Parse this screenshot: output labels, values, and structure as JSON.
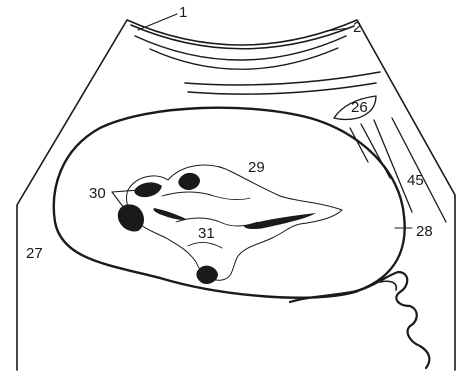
{
  "labels": {
    "l1": "1",
    "l2": "2",
    "l26": "26",
    "l27": "27",
    "l28": "28",
    "l29": "29",
    "l30": "30",
    "l31": "31",
    "l45": "45"
  },
  "colors": {
    "ink": "#1a1a1a",
    "organ_fill": "#d9d9d9",
    "sinus_fill": "#ffffff",
    "background": "#ffffff"
  }
}
